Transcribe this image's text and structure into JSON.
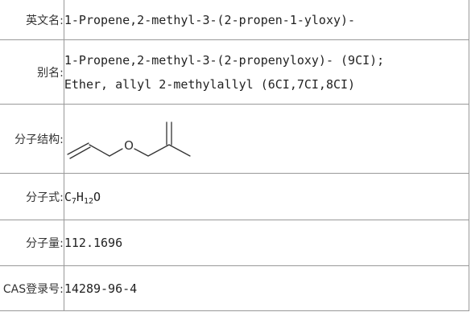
{
  "rows": {
    "english_name": {
      "label": "英文名:",
      "value": "1-Propene,2-methyl-3-(2-propen-1-yloxy)-"
    },
    "aliases": {
      "label": "别名:",
      "lines": [
        "1-Propene,2-methyl-3-(2-propenyloxy)- (9CI);",
        "Ether, allyl 2-methylallyl (6CI,7CI,8CI)"
      ]
    },
    "structure": {
      "label": "分子结构:",
      "atom_label": "O"
    },
    "formula": {
      "label": "分子式:",
      "parts": [
        "C",
        "7",
        "H",
        "12",
        "O"
      ]
    },
    "weight": {
      "label": "分子量:",
      "value": "112.1696"
    },
    "cas": {
      "label": "CAS登录号:",
      "value": "14289-96-4"
    }
  }
}
